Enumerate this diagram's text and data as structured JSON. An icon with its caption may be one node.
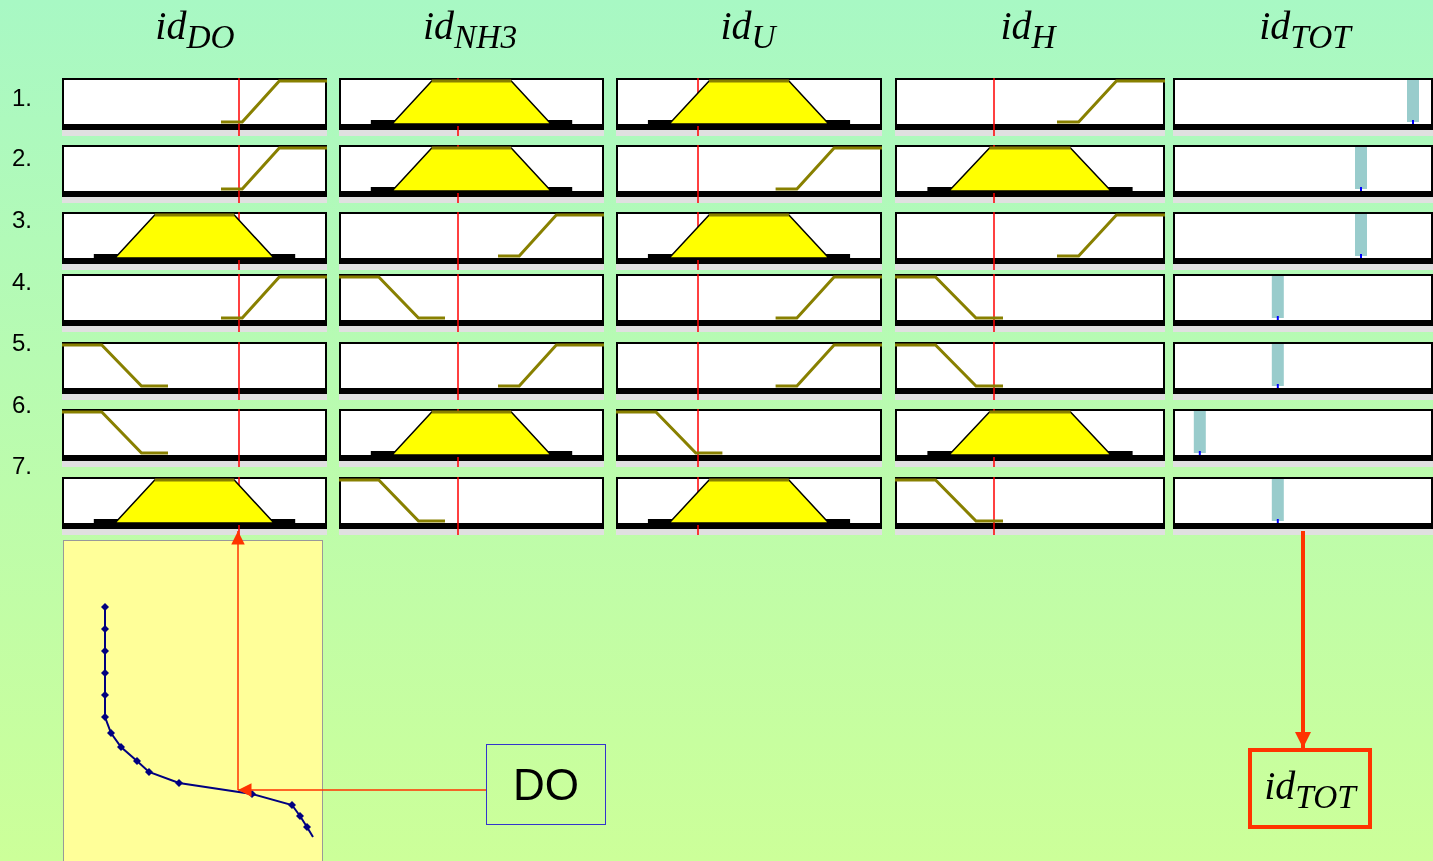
{
  "diagram": {
    "nodes": [
      {
        "text": [
          "DO"
        ]
      },
      {
        "text": [
          "id$_{TOT}$"
        ]
      },
      {
        "text": [],
        "shape": "curve"
      },
      {
        "text": [],
        "shape": "box"
      },
      {
        "text": [],
        "shape": "box"
      },
      {
        "text": [],
        "shape": "box"
      },
      {
        "text": [],
        "shape": "box"
      },
      {
        "text": [],
        "shape": "box"
      },
      {
        "text": [],
        "shape": "box"
      },
      {
        "text": [],
        "shape": "box"
      },
      {
        "text": [],
        "shape": "box"
      },
      {
        "text": [],
        "shape": "box"
      },
      {
        "text": [],
        "shape": "box"
      },
      {
        "text": [],
        "shape": "box"
      },
      {
        "text": [],
        "shape": "box"
      },
      {
        "text": [],
        "shape": "box"
      },
      {
        "text": [],
        "shape": "box"
      },
      {
        "text": [],
        "shape": "box"
      },
      {
        "text": [],
        "shape": "box"
      },
      {
        "text": [],
        "shape": "box"
      },
      {
        "text": [],
        "shape": "box"
      },
      {
        "text": [],
        "shape": "box"
      },
      {
        "text": [],
        "shape": "box"
      },
      {
        "text": [],
        "shape": "box"
      },
      {
        "text": [],
        "shape": "box"
      },
      {
        "text": [],
        "shape": "box"
      },
      {
        "text": [],
        "shape": "box"
      },
      {
        "text": [],
        "shape": "box"
      },
      {
        "text": [],
        "shape": "box"
      },
      {
        "text": [],
        "shape": "box"
      },
      {
        "text": [],
        "shape": "box"
      },
      {
        "text": [],
        "shape": "box"
      },
      {
        "text": [],
        "shape": "box"
      },
      {
        "text": [],
        "shape": "box"
      },
      {
        "text": [],
        "shape": "box"
      },
      {
        "text": [],
        "shape": "box"
      },
      {
        "text": [],
        "shape": "box"
      },
      {
        "text": [],
        "shape": "box"
      }
    ],
    "edges": [
      {
        "from": 0,
        "to": 2,
        "arrow": "to"
      },
      {
        "from": 2,
        "to": 33,
        "arrow": "to"
      },
      {
        "from": 37,
        "to": 1,
        "arrow": "to",
        "style": "thick"
      }
    ],
    "labels": [
      "id$_{DO}$",
      "id$_{NH}$$_{3}$",
      "id$_{U}$",
      "id$_{H}$",
      "id$_{TOT}$",
      "1.",
      "2.",
      "3.",
      "4.",
      "5.",
      "6.",
      "7."
    ]
  }
}
